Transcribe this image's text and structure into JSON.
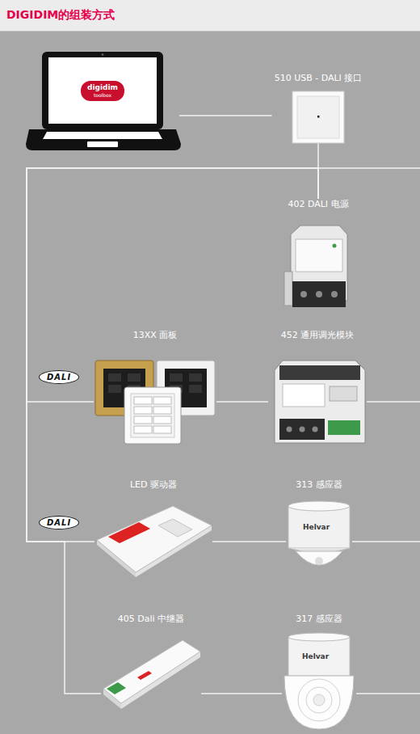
{
  "diagram": {
    "title": "DIGIDIM的组装方式",
    "nodes": [
      {
        "text": [
          "digidim",
          "toolbox"
        ]
      },
      {
        "text": [
          "510 USB - DALI 接口"
        ]
      },
      {
        "text": [
          "402 DALI 电源"
        ]
      },
      {
        "text": [
          "13XX 面板"
        ]
      },
      {
        "text": [
          "452 通用调光模块"
        ]
      },
      {
        "text": [
          "LED 驱动器"
        ]
      },
      {
        "text": [
          "313 感应器"
        ]
      },
      {
        "text": [
          "405 Dali 中继器"
        ]
      },
      {
        "text": [
          "317 感应器"
        ]
      }
    ],
    "edges": [
      {
        "from": 0,
        "to": 1,
        "arrow": "none"
      },
      {
        "from": 1,
        "to": 2,
        "arrow": "none"
      },
      {
        "from": 2,
        "to": 3,
        "arrow": "none"
      },
      {
        "from": 3,
        "to": 4,
        "arrow": "none"
      },
      {
        "from": 2,
        "to": 5,
        "arrow": "none"
      },
      {
        "from": 5,
        "to": 6,
        "arrow": "none"
      },
      {
        "from": 2,
        "to": 7,
        "arrow": "none"
      },
      {
        "from": 7,
        "to": 8,
        "arrow": "none"
      }
    ],
    "labels": [
      "DALI",
      "DALI",
      "Helvar",
      "Helvar"
    ]
  }
}
